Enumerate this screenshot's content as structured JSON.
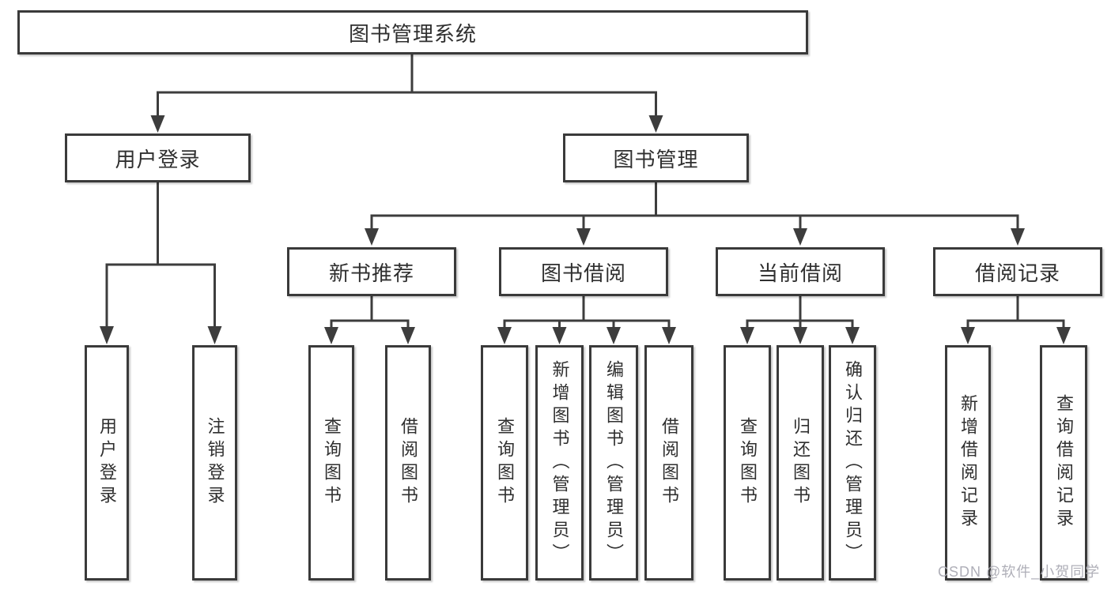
{
  "diagram": {
    "root": "图书管理系统",
    "watermark": "CSDN @软件_小贺同学",
    "colors": {
      "line": "#3d3d3d",
      "box_border": "#3a3a3a",
      "text": "#2f2f2f",
      "watermark": "#ababb4"
    },
    "branches": [
      {
        "label": "用户登录",
        "children": [
          {
            "label": "用户登录"
          },
          {
            "label": "注销登录"
          }
        ]
      },
      {
        "label": "图书管理",
        "children": [
          {
            "label": "新书推荐",
            "children": [
              {
                "label": "查询图书"
              },
              {
                "label": "借阅图书"
              }
            ]
          },
          {
            "label": "图书借阅",
            "children": [
              {
                "label": "查询图书"
              },
              {
                "label": "新增图书（管理员）"
              },
              {
                "label": "编辑图书（管理员）"
              },
              {
                "label": "借阅图书"
              }
            ]
          },
          {
            "label": "当前借阅",
            "children": [
              {
                "label": "查询图书"
              },
              {
                "label": "归还图书"
              },
              {
                "label": "确认归还（管理员）"
              }
            ]
          },
          {
            "label": "借阅记录",
            "children": [
              {
                "label": "新增借阅记录"
              },
              {
                "label": "查询借阅记录"
              }
            ]
          }
        ]
      }
    ]
  }
}
